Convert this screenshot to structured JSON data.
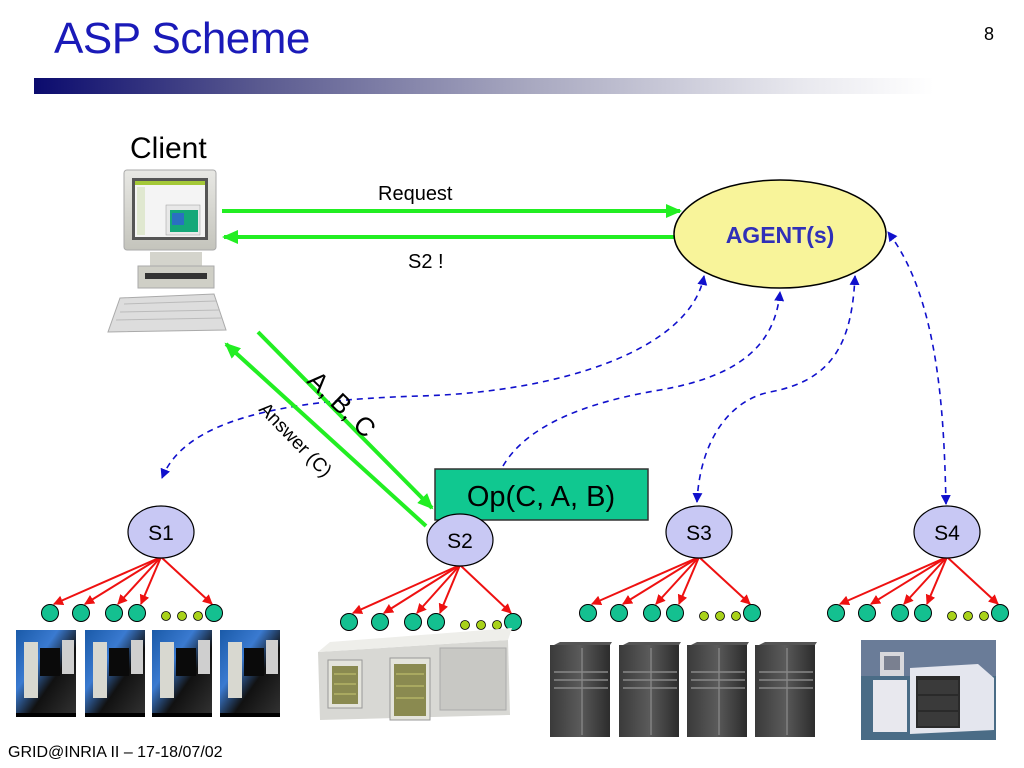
{
  "slide": {
    "title": "ASP Scheme",
    "page_number": "8",
    "footer": "GRID@INRIA II  – 17-18/07/02"
  },
  "diagram": {
    "client_label": "Client",
    "agent_label": "AGENT(s)",
    "request_label": "Request",
    "reply_label": "S2 !",
    "send_label": "A, B, C",
    "answer_label": "Answer (C)",
    "operation_label": "Op(C, A, B)",
    "servers": [
      {
        "id": "S1",
        "label": "S1",
        "resource": "workstations"
      },
      {
        "id": "S2",
        "label": "S2",
        "resource": "cluster"
      },
      {
        "id": "S3",
        "label": "S3",
        "resource": "rack-servers"
      },
      {
        "id": "S4",
        "label": "S4",
        "resource": "mainframe"
      }
    ],
    "colors": {
      "title": "#1a1ab8",
      "agent_fill": "#f8f49a",
      "agent_text": "#3030b8",
      "server_fill": "#c8c8f4",
      "green_arrow": "#22ee22",
      "dashed_arrow": "#1010cc",
      "red_arrow": "#ee1111",
      "node_fill": "#14c090",
      "small_dot_fill": "#a8d21a",
      "op_box_fill": "#10c890"
    }
  }
}
